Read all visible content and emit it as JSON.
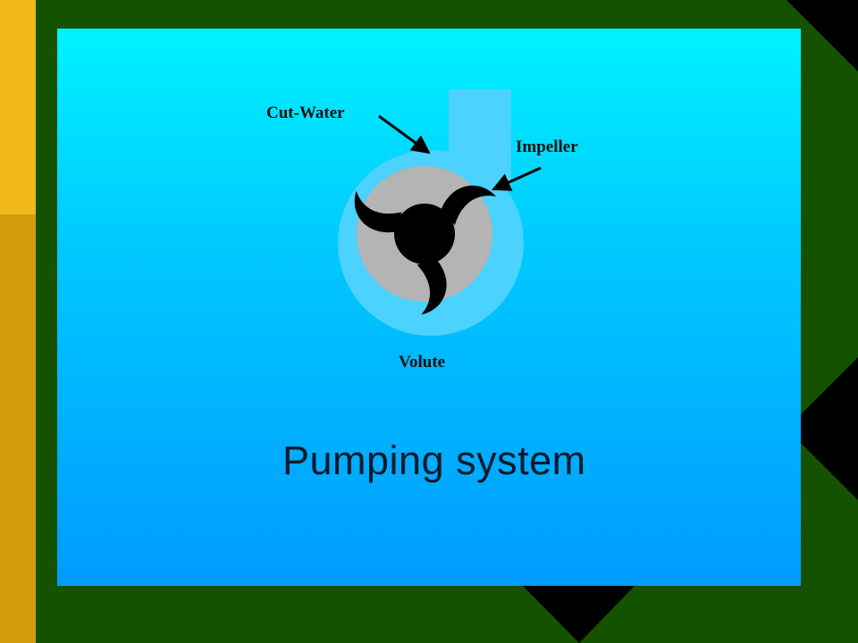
{
  "slide": {
    "caption": "Pumping system",
    "colors": {
      "frame_gold": "#F0B81A",
      "frame_dark_gold": "#D29C0C",
      "frame_green": "#145200",
      "panel_top": "#00F2FF",
      "panel_bottom": "#009BFF",
      "volute": "#4BD2FF",
      "impeller_disc": "#B4B4B4",
      "impeller_blades": "#000000"
    }
  },
  "diagram": {
    "labels": {
      "cut_water": "Cut-Water",
      "impeller": "Impeller",
      "volute": "Volute"
    }
  }
}
